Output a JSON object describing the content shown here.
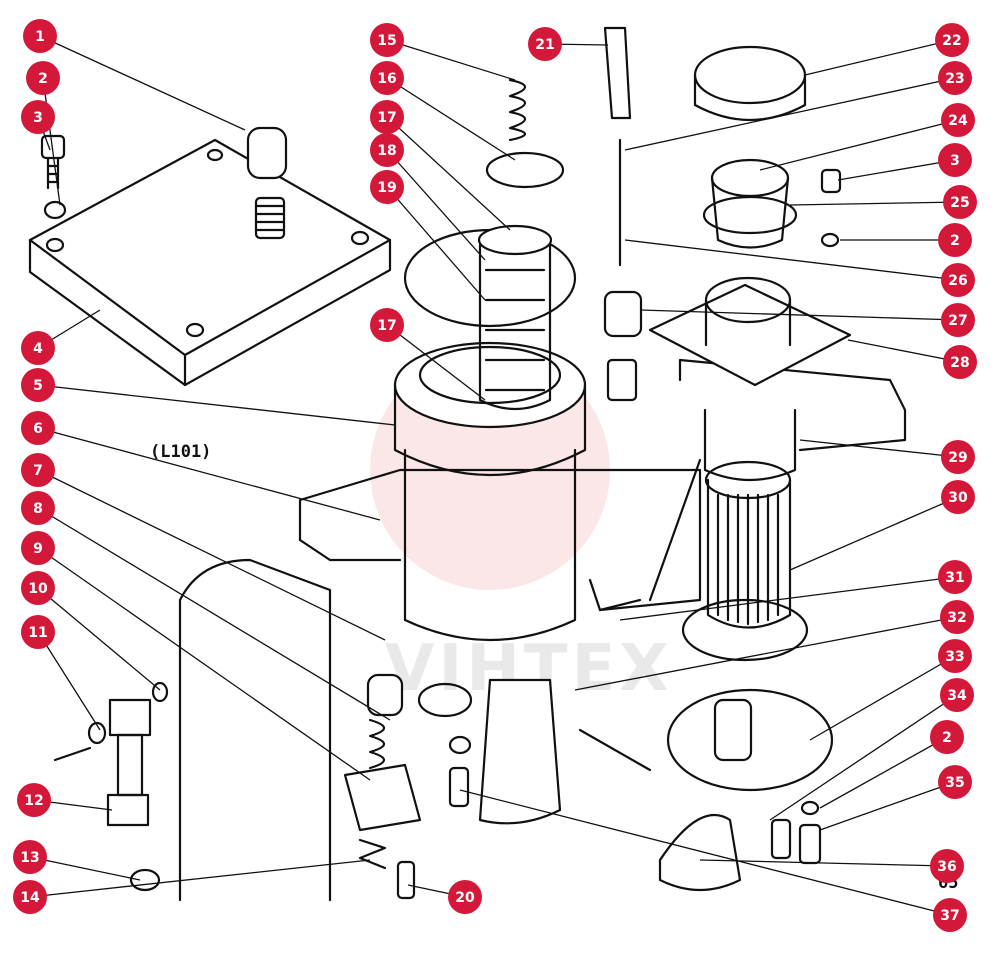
{
  "diagram": {
    "reference_label": "(L101)",
    "watermark_text": "VIHTEX",
    "page_mark": "65",
    "badge_color": "#d3183a",
    "line_color": "#111111",
    "callouts": [
      {
        "n": "1"
      },
      {
        "n": "2"
      },
      {
        "n": "3"
      },
      {
        "n": "4"
      },
      {
        "n": "5"
      },
      {
        "n": "6"
      },
      {
        "n": "7"
      },
      {
        "n": "8"
      },
      {
        "n": "9"
      },
      {
        "n": "10"
      },
      {
        "n": "11"
      },
      {
        "n": "12"
      },
      {
        "n": "13"
      },
      {
        "n": "14"
      },
      {
        "n": "15"
      },
      {
        "n": "16"
      },
      {
        "n": "17"
      },
      {
        "n": "18"
      },
      {
        "n": "19"
      },
      {
        "n": "17"
      },
      {
        "n": "20"
      },
      {
        "n": "21"
      },
      {
        "n": "22"
      },
      {
        "n": "23"
      },
      {
        "n": "24"
      },
      {
        "n": "3"
      },
      {
        "n": "25"
      },
      {
        "n": "2"
      },
      {
        "n": "26"
      },
      {
        "n": "27"
      },
      {
        "n": "28"
      },
      {
        "n": "29"
      },
      {
        "n": "30"
      },
      {
        "n": "31"
      },
      {
        "n": "32"
      },
      {
        "n": "33"
      },
      {
        "n": "34"
      },
      {
        "n": "2"
      },
      {
        "n": "35"
      },
      {
        "n": "36"
      },
      {
        "n": "37"
      }
    ]
  }
}
